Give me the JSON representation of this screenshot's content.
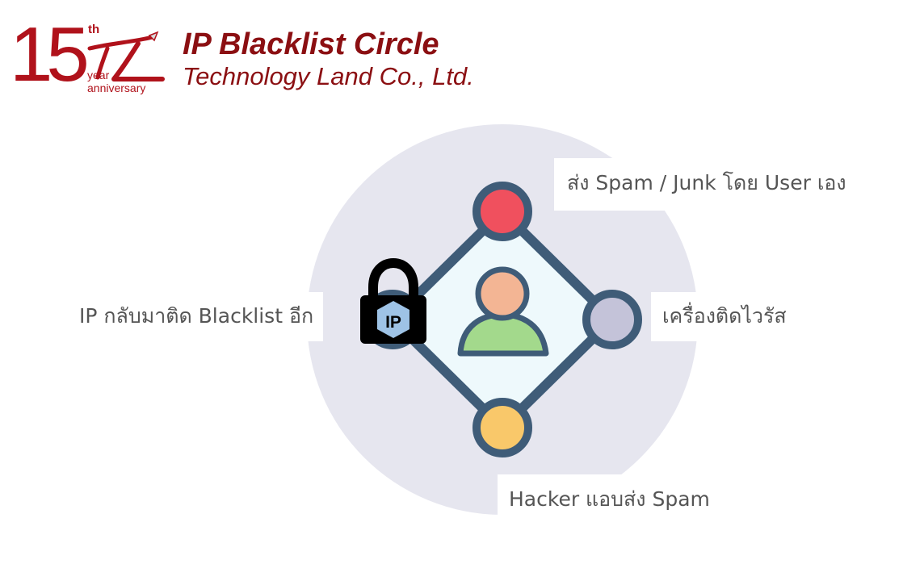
{
  "logo": {
    "number": "15",
    "ordinal": "th",
    "line1": "year",
    "line2": "anniversary",
    "color": "#b0121b"
  },
  "header": {
    "title": "IP Blacklist Circle",
    "subtitle": "Technology Land Co., Ltd.",
    "color": "#8b0f12"
  },
  "diagram": {
    "background_color": "#e6e6ef",
    "line_color": "#3f5c78",
    "nodes": {
      "top": {
        "label": "ส่ง Spam / Junk โดย User เอง",
        "color": "#f0505e"
      },
      "right": {
        "label": "เครื่องติดไวรัส",
        "color": "#c4c3d9"
      },
      "bottom": {
        "label": "Hacker แอบส่ง Spam",
        "color": "#f9c86a"
      },
      "left": {
        "label": "IP กลับมาติด Blacklist อีก",
        "color": "#3f5c78"
      }
    },
    "lock_text": "IP",
    "person": {
      "head_color": "#f3b594",
      "body_color": "#a3d98c"
    }
  }
}
